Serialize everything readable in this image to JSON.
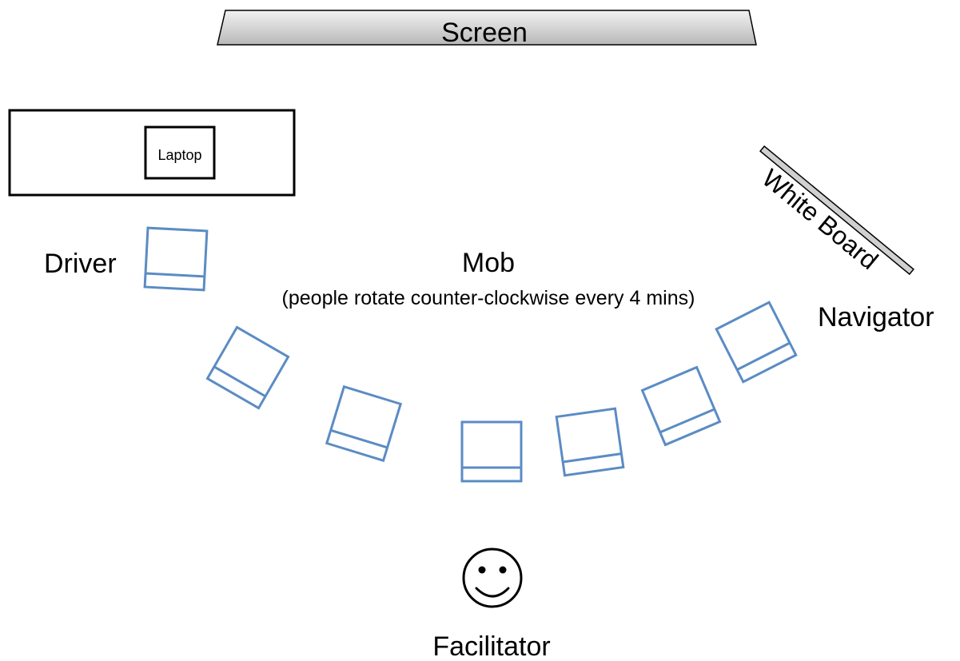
{
  "labels": {
    "screen": "Screen",
    "laptop": "Laptop",
    "white_board": "White Board",
    "driver": "Driver",
    "mob_title": "Mob",
    "mob_note": "(people rotate counter-clockwise every 4 mins)",
    "navigator": "Navigator",
    "facilitator": "Facilitator"
  },
  "colors": {
    "chair_stroke": "#5b8cc4",
    "screen_fill_top": "#f2f2f2",
    "screen_fill_bottom": "#b8b8b8",
    "board_fill": "#d0d0d0",
    "outline": "#000000"
  },
  "icons": {
    "facilitator": "smiley-face-icon"
  }
}
